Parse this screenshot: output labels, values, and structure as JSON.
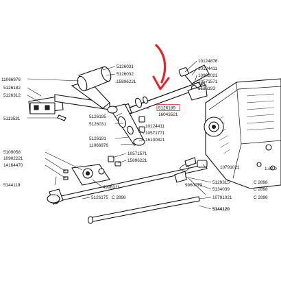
{
  "labels": {
    "p10124876": "10124876",
    "p10124411a": "10124411",
    "p10902021a": "10902021",
    "p10571571a": "10571571",
    "p5126193": "5126193",
    "p11066976a": "11066976",
    "p5126031a": "5126031",
    "p5126032": "5126032",
    "p5126182": "5126182",
    "p15896221a": "15896221",
    "p5126312": "5126312",
    "p5126189": "5126189",
    "p16043521": "16043521",
    "p5113531": "5113531",
    "p5126195": "5126195",
    "p5126031b": "5126031",
    "p10124411b": "10124411",
    "p10571771": "10571771",
    "p5126191": "5126191",
    "p16100821": "16100821",
    "p11066976b": "11066976",
    "p5109058": "5109058",
    "p10571571b": "10571571",
    "p10902221": "10902221",
    "p15896221b": "15896221",
    "p14164470": "14164470",
    "p10791021a": "10791021",
    "p1820": "1.82.0",
    "p4998311": "4998311",
    "p5129315": "5129315",
    "p9960079": "9960079",
    "p5134039": "5134039",
    "p5144119": "5144119",
    "p5126175": "5126175",
    "p10791021b": "10791021",
    "p5144120": "5144120",
    "c2898a": "C 2898",
    "c2898b": "C 2898",
    "c2898c": "C 2898",
    "c2898d": "C 2898"
  },
  "colors": {
    "arrow": "#e8202a",
    "ink": "#111111",
    "highlight_box": "#e8202a"
  },
  "icons": {
    "callout": "red-arrow-icon"
  }
}
